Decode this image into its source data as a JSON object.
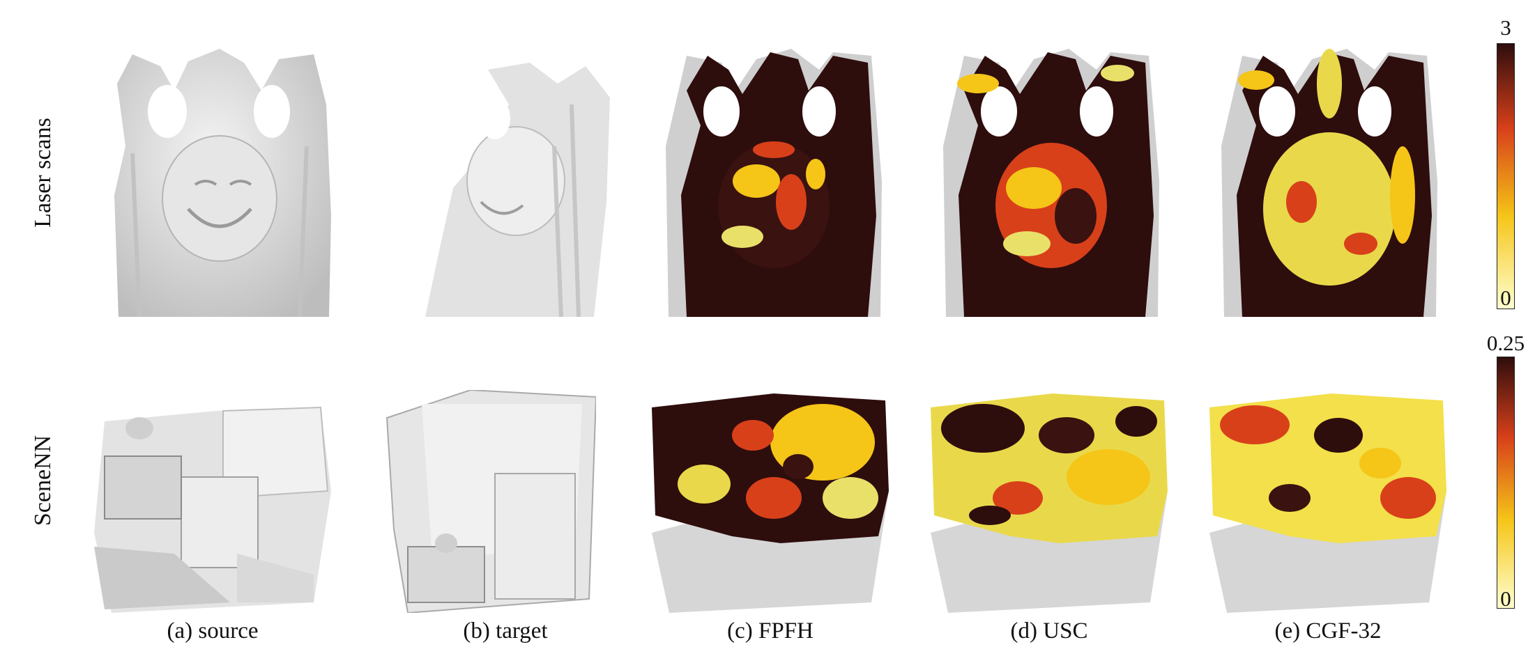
{
  "figure": {
    "rows": [
      {
        "label": "Laser scans"
      },
      {
        "label": "SceneNN"
      }
    ],
    "columns": [
      {
        "caption": "(a) source",
        "kind": "gray"
      },
      {
        "caption": "(b) target",
        "kind": "gray"
      },
      {
        "caption": "(c) FPFH",
        "kind": "heat"
      },
      {
        "caption": "(d) USC",
        "kind": "heat"
      },
      {
        "caption": "(e) CGF-32",
        "kind": "heat"
      }
    ],
    "colorbars": [
      {
        "max_label": "3",
        "min_label": "0"
      },
      {
        "max_label": "0.25",
        "min_label": "0"
      }
    ],
    "colors": {
      "heat_low": "#ffffd0",
      "heat_mid": "#f5c518",
      "heat_high": "#d8401a",
      "heat_max": "#2e0d0d",
      "mesh_gray": "#dcdcdc"
    }
  }
}
